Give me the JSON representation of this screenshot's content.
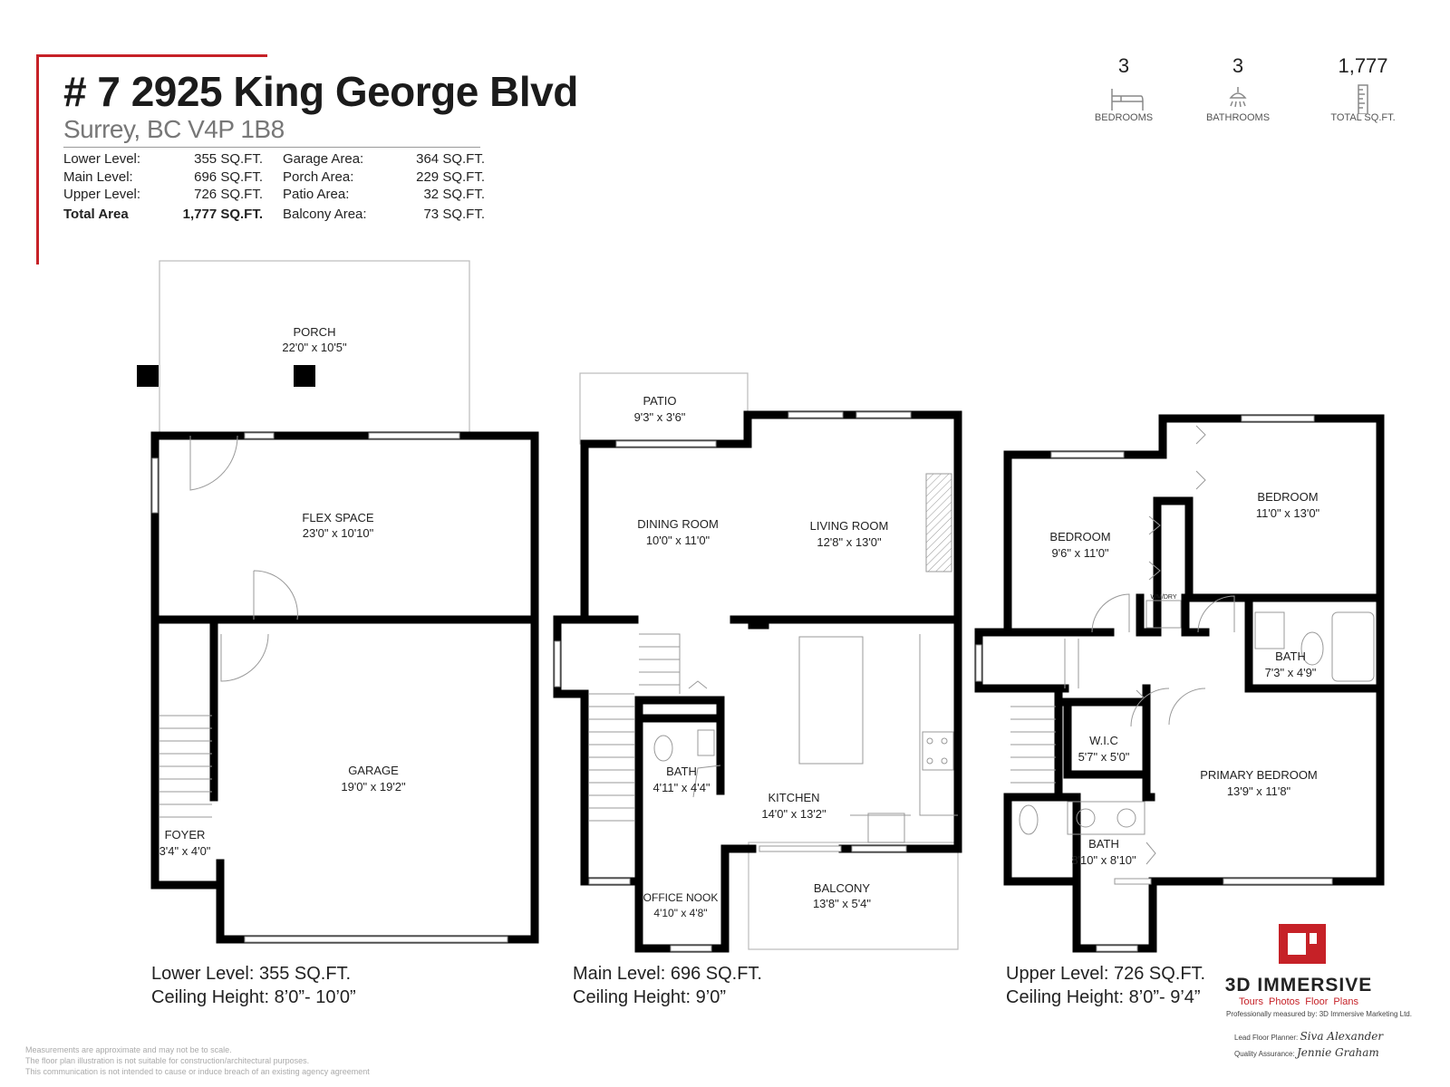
{
  "header": {
    "title": "# 7 2925 King George Blvd",
    "subtitle": "Surrey, BC V4P 1B8"
  },
  "areas_left": [
    {
      "label": "Lower Level:",
      "value": "355 SQ.FT."
    },
    {
      "label": "Main Level:",
      "value": "696 SQ.FT."
    },
    {
      "label": "Upper Level:",
      "value": "726 SQ.FT."
    },
    {
      "label": "Total Area",
      "value": "1,777 SQ.FT."
    }
  ],
  "areas_right": [
    {
      "label": "Garage Area:",
      "value": "364 SQ.FT."
    },
    {
      "label": "Porch Area:",
      "value": "229 SQ.FT."
    },
    {
      "label": "Patio Area:",
      "value": "32 SQ.FT."
    },
    {
      "label": "Balcony Area:",
      "value": "73 SQ.FT."
    }
  ],
  "stats": [
    {
      "value": "3",
      "label": "BEDROOMS",
      "icon": "bed-icon"
    },
    {
      "value": "3",
      "label": "BATHROOMS",
      "icon": "shower-icon"
    },
    {
      "value": "1,777",
      "label": "TOTAL SQ.FT.",
      "icon": "ruler-icon"
    }
  ],
  "levels": {
    "lower": {
      "caption_area": "Lower Level: 355 SQ.FT.",
      "caption_ceiling": "Ceiling Height: 8’0”- 10’0”",
      "rooms": {
        "porch": {
          "name": "PORCH",
          "dims": "22'0\" x 10'5\""
        },
        "flex": {
          "name": "FLEX SPACE",
          "dims": "23'0\" x 10'10\""
        },
        "garage": {
          "name": "GARAGE",
          "dims": "19'0\" x 19'2\""
        },
        "foyer": {
          "name": "FOYER",
          "dims": "3'4\" x 4'0\""
        }
      }
    },
    "main": {
      "caption_area": "Main Level: 696 SQ.FT.",
      "caption_ceiling": "Ceiling Height: 9’0”",
      "rooms": {
        "patio": {
          "name": "PATIO",
          "dims": "9'3\" x 3'6\""
        },
        "dining": {
          "name": "DINING ROOM",
          "dims": "10'0\" x 11'0\""
        },
        "living": {
          "name": "LIVING ROOM",
          "dims": "12'8\" x 13'0\""
        },
        "bath": {
          "name": "BATH",
          "dims": "4'11\" x 4'4\""
        },
        "kitchen": {
          "name": "KITCHEN",
          "dims": "14'0\" x 13'2\""
        },
        "office": {
          "name": "OFFICE NOOK",
          "dims": "4'10\" x 4'8\""
        },
        "balcony": {
          "name": "BALCONY",
          "dims": "13'8\" x 5'4\""
        }
      }
    },
    "upper": {
      "caption_area": "Upper Level: 726 SQ.FT.",
      "caption_ceiling": "Ceiling Height: 8’0”- 9’4”",
      "rooms": {
        "bed2": {
          "name": "BEDROOM",
          "dims": "9'6\" x 11'0\""
        },
        "bed3": {
          "name": "BEDROOM",
          "dims": "11'0\" x 13'0\""
        },
        "wmdry": {
          "name": "WM/DRY"
        },
        "bath_main": {
          "name": "BATH",
          "dims": "7'3\" x 4'9\""
        },
        "wic": {
          "name": "W.I.C",
          "dims": "5'7\" x 5'0\""
        },
        "primary": {
          "name": "PRIMARY BEDROOM",
          "dims": "13'9\" x 11'8\""
        },
        "ensuite": {
          "name": "BATH",
          "dims": "8'10\" x 8'10\""
        }
      }
    }
  },
  "footer": {
    "disclaimer": [
      "Measurements are approximate and may not be to scale.",
      "The floor plan illustration is not suitable for construction/architectural purposes.",
      "This communication is not intended to cause or induce breach of an existing agency agreement"
    ],
    "brand": {
      "name": "3D IMMERSIVE",
      "tagline": "Tours Photos Floor Plans",
      "measured_by": "Professionally measured by: 3D Immersive Marketing Ltd.",
      "planner_label": "Lead Floor Planner:",
      "planner_name": "Siva Alexander",
      "qa_label": "Quality Assurance:",
      "qa_name": "Jennie Graham",
      "accent_color": "#c62127"
    }
  }
}
